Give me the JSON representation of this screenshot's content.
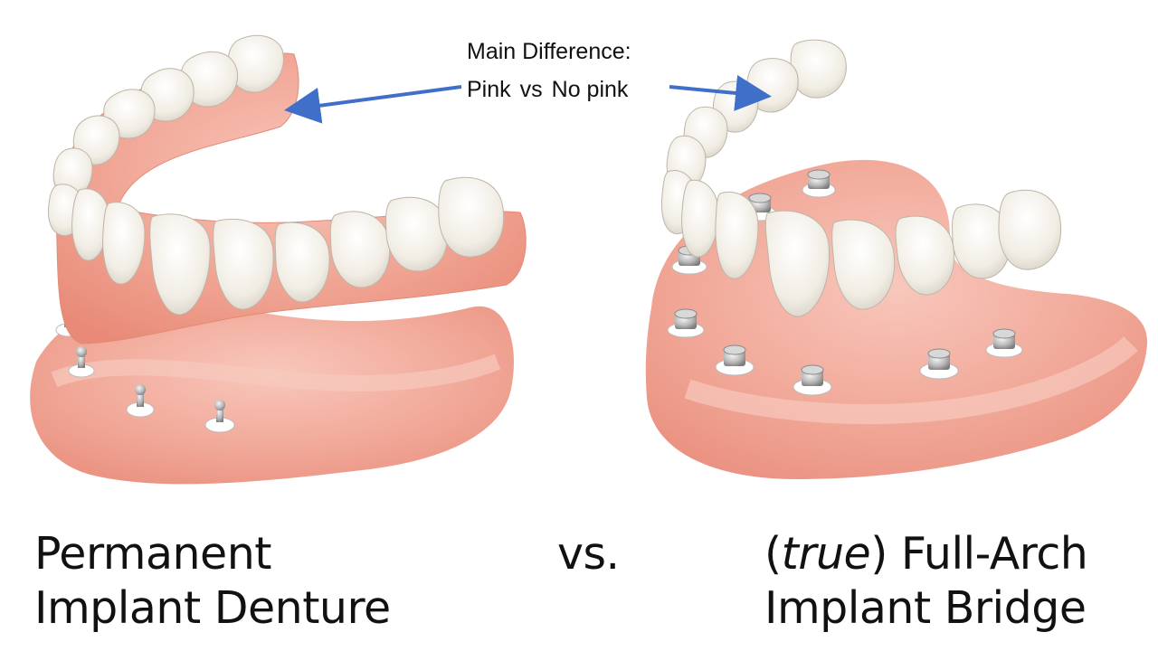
{
  "callout": {
    "line1": "Main Difference:",
    "pink": "Pink",
    "vs": "vs",
    "no_pink": "No pink"
  },
  "left_caption": {
    "line1": "Permanent",
    "line2": "Implant Denture"
  },
  "vs_label": "vs.",
  "right_caption": {
    "prefix": "(",
    "italic": "true",
    "suffix": ") Full-Arch",
    "line2": "Implant Bridge"
  },
  "colors": {
    "arrow": "#3f6fc8",
    "gum": "#f0a090",
    "gum_light": "#f8c8bc",
    "tooth": "#f4f1ea",
    "implant": "#bfbfbf"
  }
}
